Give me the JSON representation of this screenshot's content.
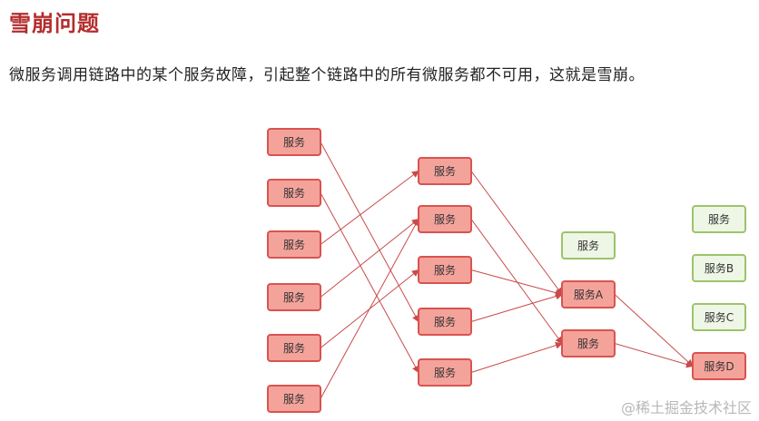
{
  "title": "雪崩问题",
  "description": "微服务调用链路中的某个服务故障，引起整个链路中的所有微服务都不可用，这就是雪崩。",
  "nodes": [
    {
      "id": "c1_1",
      "label": "服务",
      "status": "failed"
    },
    {
      "id": "c1_2",
      "label": "服务",
      "status": "failed"
    },
    {
      "id": "c1_3",
      "label": "服务",
      "status": "failed"
    },
    {
      "id": "c1_4",
      "label": "服务",
      "status": "failed"
    },
    {
      "id": "c1_5",
      "label": "服务",
      "status": "failed"
    },
    {
      "id": "c1_6",
      "label": "服务",
      "status": "failed"
    },
    {
      "id": "c2_1",
      "label": "服务",
      "status": "failed"
    },
    {
      "id": "c2_2",
      "label": "服务",
      "status": "failed"
    },
    {
      "id": "c2_3",
      "label": "服务",
      "status": "failed"
    },
    {
      "id": "c2_4",
      "label": "服务",
      "status": "failed"
    },
    {
      "id": "c2_5",
      "label": "服务",
      "status": "failed"
    },
    {
      "id": "c3_0",
      "label": "服务",
      "status": "normal"
    },
    {
      "id": "c3_A",
      "label": "服务A",
      "status": "failed"
    },
    {
      "id": "c3_2",
      "label": "服务",
      "status": "failed"
    },
    {
      "id": "c4_0",
      "label": "服务",
      "status": "normal"
    },
    {
      "id": "c4_B",
      "label": "服务B",
      "status": "normal"
    },
    {
      "id": "c4_C",
      "label": "服务C",
      "status": "normal"
    },
    {
      "id": "c4_D",
      "label": "服务D",
      "status": "failed"
    }
  ],
  "edges": [
    [
      "c1_1",
      "c2_4"
    ],
    [
      "c1_2",
      "c2_5"
    ],
    [
      "c1_3",
      "c2_1"
    ],
    [
      "c1_4",
      "c2_2"
    ],
    [
      "c1_5",
      "c2_3"
    ],
    [
      "c1_6",
      "c2_2"
    ],
    [
      "c2_1",
      "c3_A"
    ],
    [
      "c2_2",
      "c3_2"
    ],
    [
      "c2_3",
      "c3_A"
    ],
    [
      "c2_4",
      "c3_A"
    ],
    [
      "c2_5",
      "c3_2"
    ],
    [
      "c3_A",
      "c4_D"
    ],
    [
      "c3_2",
      "c4_D"
    ]
  ],
  "colors": {
    "failed_fill": "#f4a39b",
    "failed_border": "#d9534f",
    "normal_fill": "#eef6e6",
    "normal_border": "#9cc46a",
    "edge": "#c94a4a",
    "title": "#b32d2e"
  },
  "watermark": "@稀土掘金技术社区"
}
